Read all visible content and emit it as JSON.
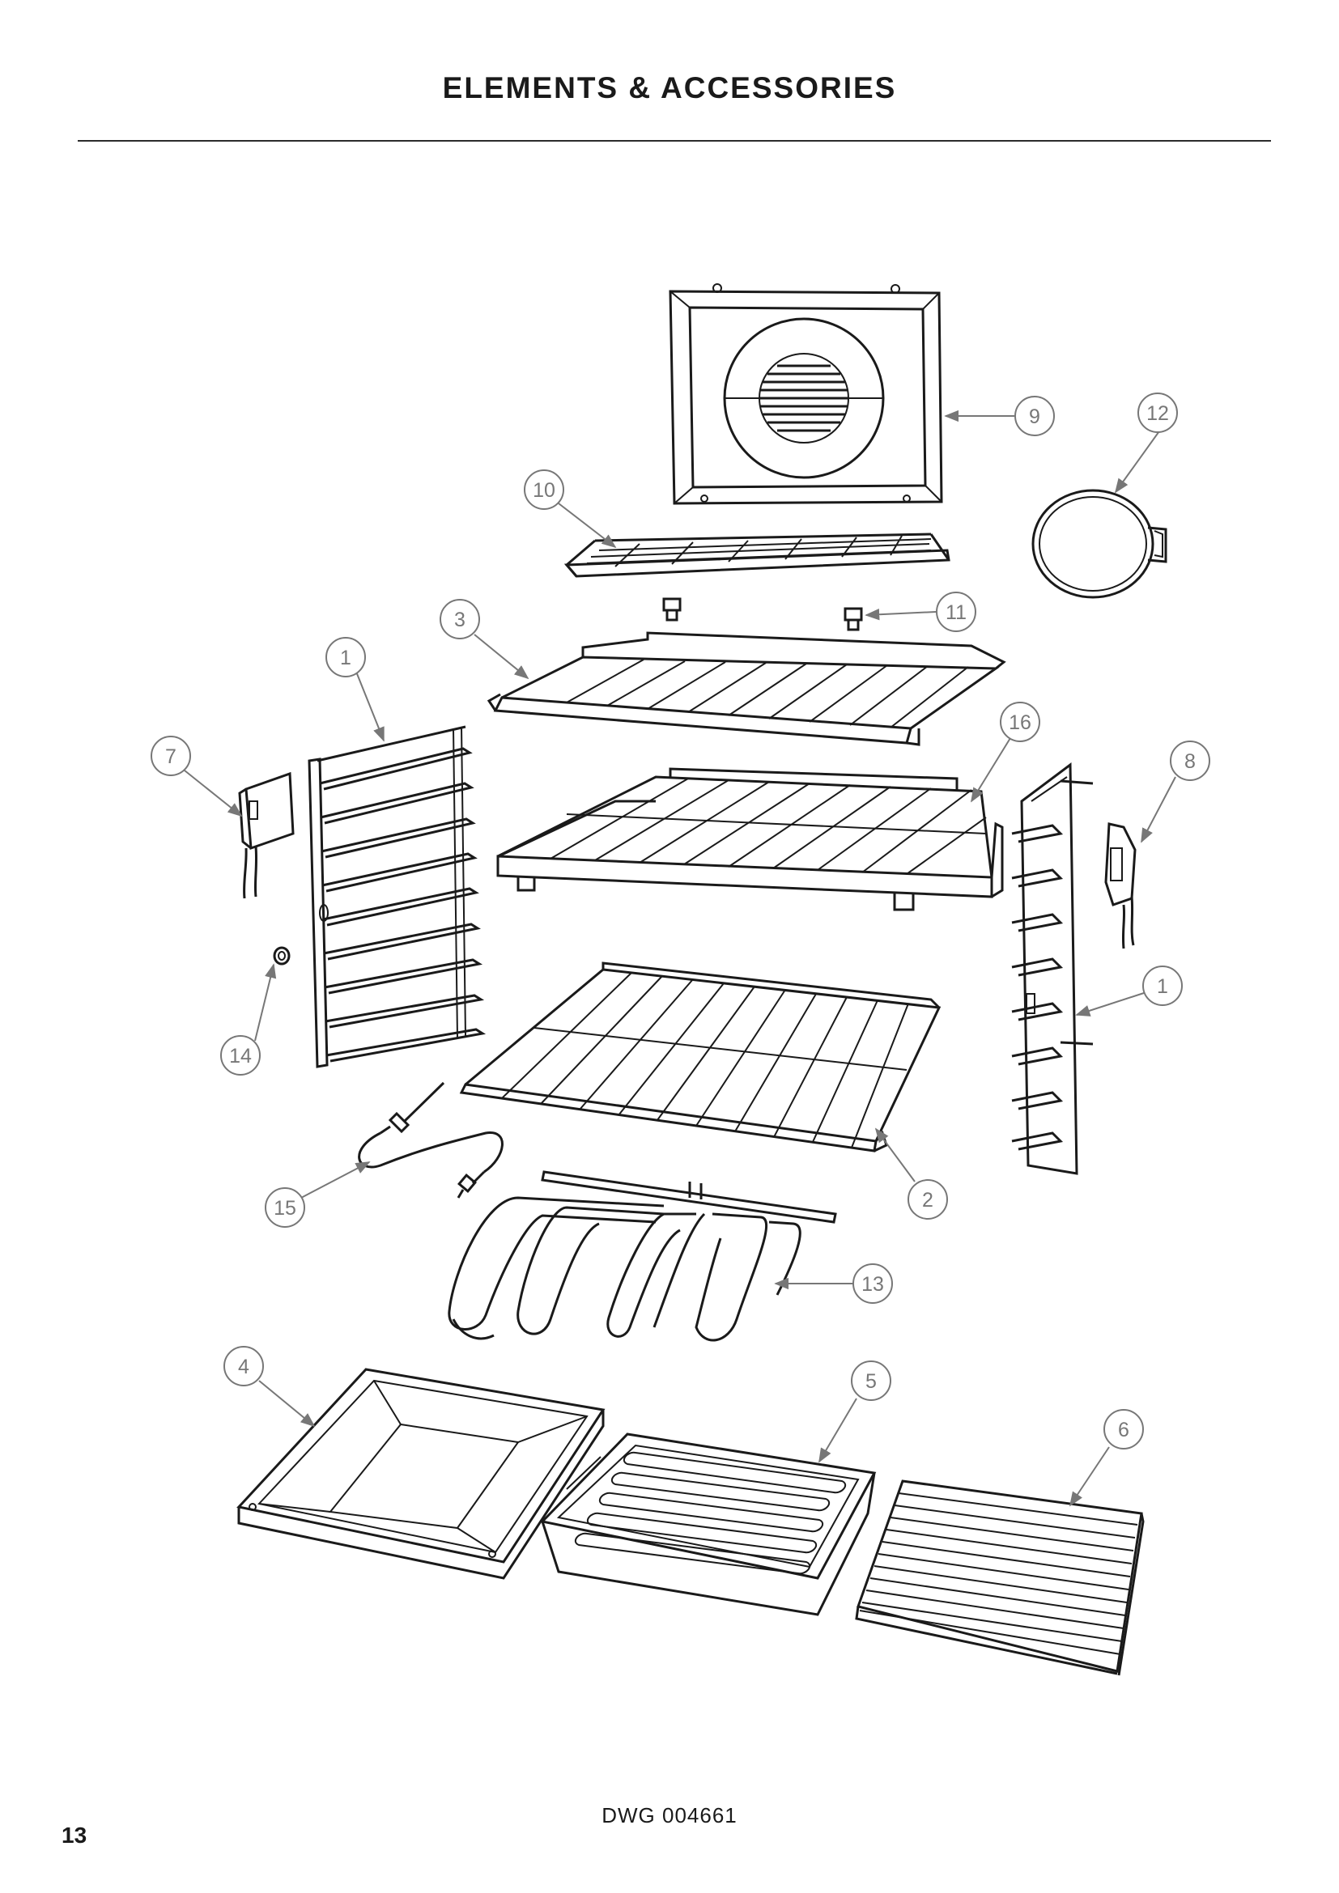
{
  "header": {
    "title": "ELEMENTS & ACCESSORIES"
  },
  "footer": {
    "drawing_number": "DWG 004661",
    "page_number": "13"
  },
  "callouts": [
    {
      "id": "c9",
      "label": "9"
    },
    {
      "id": "c12",
      "label": "12"
    },
    {
      "id": "c10",
      "label": "10"
    },
    {
      "id": "c11",
      "label": "11"
    },
    {
      "id": "c3",
      "label": "3"
    },
    {
      "id": "c1a",
      "label": "1"
    },
    {
      "id": "c16",
      "label": "16"
    },
    {
      "id": "c7",
      "label": "7"
    },
    {
      "id": "c8",
      "label": "8"
    },
    {
      "id": "c1b",
      "label": "1"
    },
    {
      "id": "c14",
      "label": "14"
    },
    {
      "id": "c2",
      "label": "2"
    },
    {
      "id": "c15",
      "label": "15"
    },
    {
      "id": "c13",
      "label": "13"
    },
    {
      "id": "c4",
      "label": "4"
    },
    {
      "id": "c5",
      "label": "5"
    },
    {
      "id": "c6",
      "label": "6"
    }
  ],
  "colors": {
    "line": "#1a1a1a",
    "callout": "#777777"
  }
}
